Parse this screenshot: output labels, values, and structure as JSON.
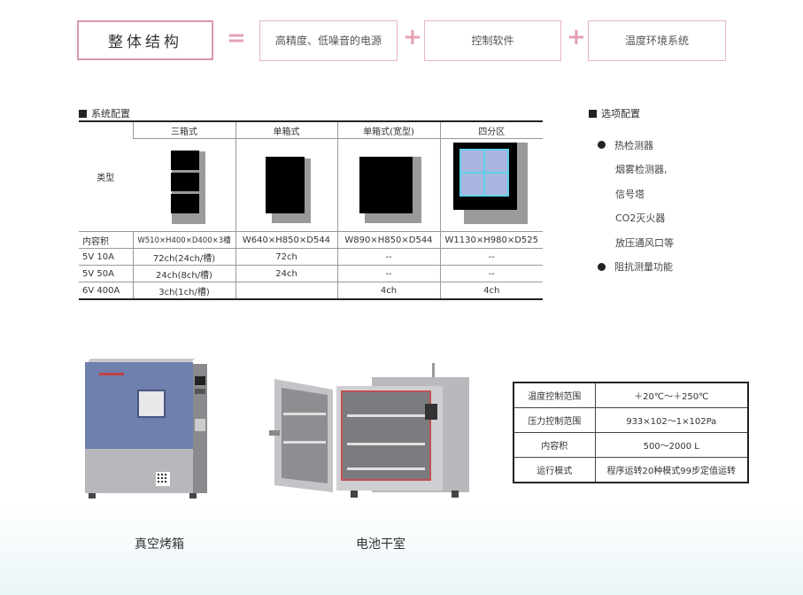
{
  "formula": {
    "main": "整体结构",
    "equals": "=",
    "plus": "+",
    "items": [
      "高精度、低噪音的电源",
      "控制软件",
      "温度环境系统"
    ]
  },
  "system_config": {
    "title": "系统配置",
    "type_label": "类型",
    "columns": [
      "三箱式",
      "单箱式",
      "单箱式(宽型)",
      "四分区"
    ],
    "rows": [
      {
        "label": "内容积",
        "values": [
          "W510×H400×D400×3槽",
          "W640×H850×D544",
          "W890×H850×D544",
          "W1130×H980×D525"
        ]
      },
      {
        "label": "5V   10A",
        "values": [
          "72ch(24ch/槽)",
          "72ch",
          "--",
          "--"
        ]
      },
      {
        "label": "5V   50A",
        "values": [
          "24ch(8ch/槽)",
          "24ch",
          "--",
          "--"
        ]
      },
      {
        "label": "6V   400A",
        "values": [
          "3ch(1ch/槽)",
          "",
          "4ch",
          "4ch"
        ]
      }
    ]
  },
  "options": {
    "title": "选项配置",
    "items": [
      {
        "text": "热检测器",
        "bullet": true
      },
      {
        "text": "烟雾检测器,",
        "bullet": false
      },
      {
        "text": "信号塔",
        "bullet": false
      },
      {
        "text": "CO2灭火器",
        "bullet": false
      },
      {
        "text": "放压通风口等",
        "bullet": false
      },
      {
        "text": "阻抗测量功能",
        "bullet": true
      }
    ]
  },
  "specs": [
    {
      "label": "温度控制范围",
      "value": "＋20℃～＋250℃"
    },
    {
      "label": "压力控制范围",
      "value": "933×102～1×102Pa"
    },
    {
      "label": "内容积",
      "value": "500～2000 L"
    },
    {
      "label": "运行模式",
      "value": "程序运转20种模式99步定值运转"
    }
  ],
  "captions": {
    "vacuum_oven": "真空烤箱",
    "battery_dry_room": "电池干室"
  },
  "colors": {
    "accent_pink": "#e4a1b3",
    "cabinet_gray": "#9a9a9a",
    "cabinet_black": "#000000",
    "zone_blue": "#a9b6e0",
    "zone_line": "#5fd0e8",
    "machine_blue": "#6f7fae"
  }
}
